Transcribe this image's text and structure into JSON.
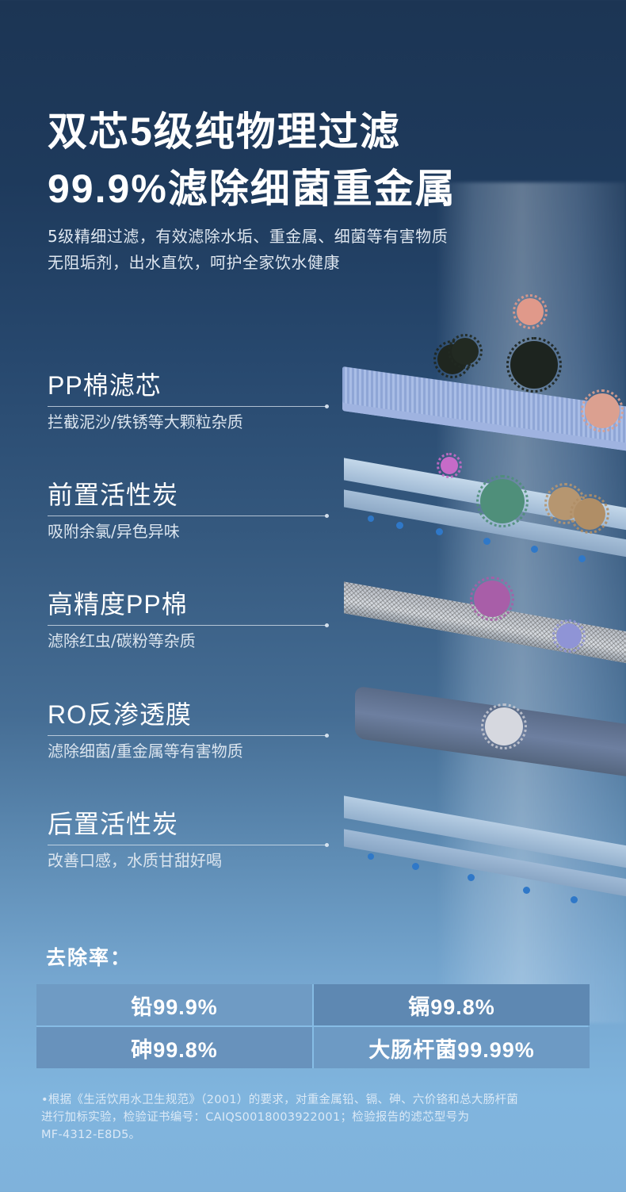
{
  "headline": {
    "line1": "双芯5级纯物理过滤",
    "line2": "99.9%滤除细菌重金属"
  },
  "subtitle": {
    "line1": "5级精细过滤，有效滤除水垢、重金属、细菌等有害物质",
    "line2": "无阻垢剂，出水直饮，呵护全家饮水健康"
  },
  "stages": [
    {
      "title": "PP棉滤芯",
      "desc": "拦截泥沙/铁锈等大颗粒杂质"
    },
    {
      "title": "前置活性炭",
      "desc": "吸附余氯/异色异味"
    },
    {
      "title": "高精度PP棉",
      "desc": "滤除红虫/碳粉等杂质"
    },
    {
      "title": "RO反渗透膜",
      "desc": "滤除细菌/重金属等有害物质"
    },
    {
      "title": "后置活性炭",
      "desc": "改善口感，水质甘甜好喝"
    }
  ],
  "removal": {
    "label": "去除率：",
    "rows": [
      [
        "铅99.9%",
        "镉99.8%"
      ],
      [
        "砷99.8%",
        "大肠杆菌99.99%"
      ]
    ]
  },
  "footnote": {
    "line1": "•根据《生活饮用水卫生规范》（2001）的要求，对重金属铅、镉、砷、六价铬和总大肠杆菌",
    "line2": "进行加标实验，检验证书编号：CAIQS0018003922001；检验报告的滤芯型号为",
    "line3": "MF-4312-E8D5。"
  },
  "illustration": {
    "layers": [
      "pp-cotton-layer",
      "pre-carbon-layer",
      "high-precision-pp-layer",
      "ro-membrane-layer",
      "post-carbon-layer"
    ],
    "colors": {
      "bg_top": "#1c3554",
      "bg_mid": "#456d94",
      "bg_bottom": "#80b5de",
      "table_cell": "#6f9bc4",
      "carbon_beads": "#2f78c8"
    }
  }
}
